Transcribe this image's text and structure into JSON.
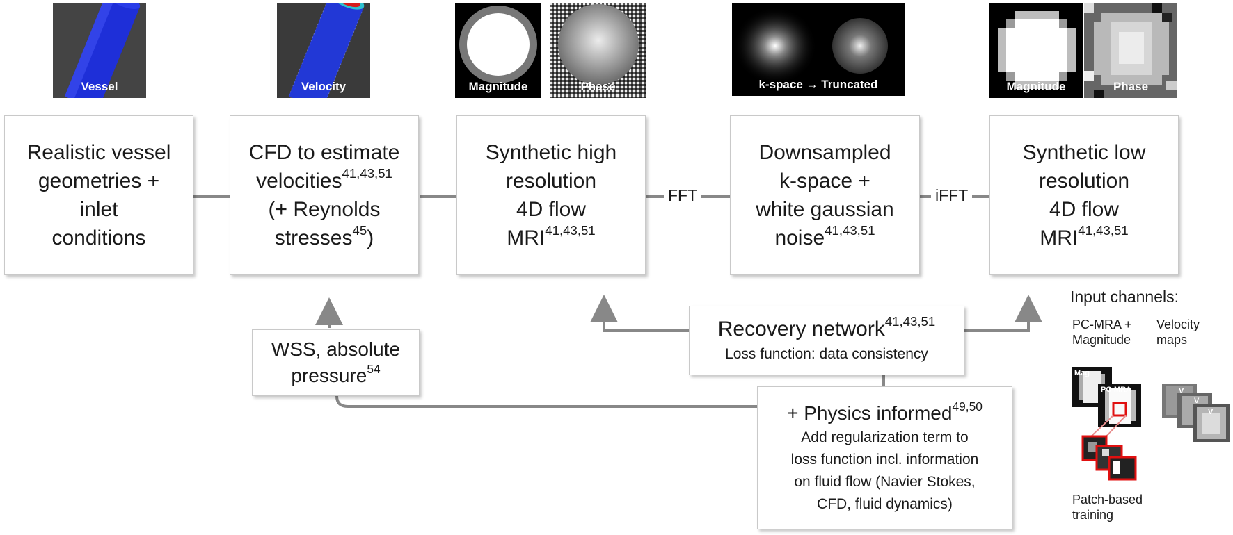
{
  "thumbnails": [
    {
      "caption": "Vessel"
    },
    {
      "caption": "Velocity"
    },
    {
      "caption": "Magnitude"
    },
    {
      "caption": "Phase"
    },
    {
      "caption_left": "k-space",
      "arrow": "→",
      "caption_right": "Truncated"
    },
    {
      "caption": "Magnitude"
    },
    {
      "caption": "Phase"
    }
  ],
  "steps": {
    "vessel": {
      "lines": [
        "Realistic vessel",
        "geometries +",
        "inlet",
        "conditions"
      ]
    },
    "cfd": {
      "line1": "CFD to estimate",
      "line2": "velocities",
      "line2_sup": "41,43,51",
      "line3": "(+ Reynolds",
      "line4": "stresses",
      "line4_sup": "45",
      "line4_end": ")"
    },
    "high_res": {
      "lines": [
        "Synthetic high",
        "resolution",
        "4D flow"
      ],
      "line4": "MRI",
      "line4_sup": "41,43,51"
    },
    "downsampled": {
      "lines": [
        "Downsampled",
        "k-space +",
        "white gaussian"
      ],
      "line4": "noise",
      "line4_sup": "41,43,51"
    },
    "low_res": {
      "lines": [
        "Synthetic low",
        "resolution",
        "4D flow"
      ],
      "line4": "MRI",
      "line4_sup": "41,43,51"
    }
  },
  "connectors": {
    "fft": "FFT",
    "ifft": "iFFT"
  },
  "recovery": {
    "title": "Recovery network",
    "title_sup": "41,43,51",
    "subtitle": "Loss function: data consistency"
  },
  "wss": {
    "line1": "WSS, absolute",
    "line2": "pressure",
    "line2_sup": "54"
  },
  "physics": {
    "title": "+ Physics informed",
    "title_sup": "49,50",
    "lines": [
      "Add regularization term to",
      "loss function incl. information",
      "on fluid flow (Navier Stokes,",
      "CFD, fluid dynamics)"
    ]
  },
  "input_panel": {
    "title": "Input channels:",
    "left_label": [
      "PC-MRA +",
      "Magnitude"
    ],
    "right_label": [
      "Velocity",
      "maps"
    ],
    "mag_tag": "Mag",
    "pcmra_tag": "PC-MRA",
    "vel_tags": [
      "V",
      "V",
      "V"
    ],
    "bottom_label": [
      "Patch-based",
      "training"
    ],
    "highlight_color": "#e01010"
  }
}
